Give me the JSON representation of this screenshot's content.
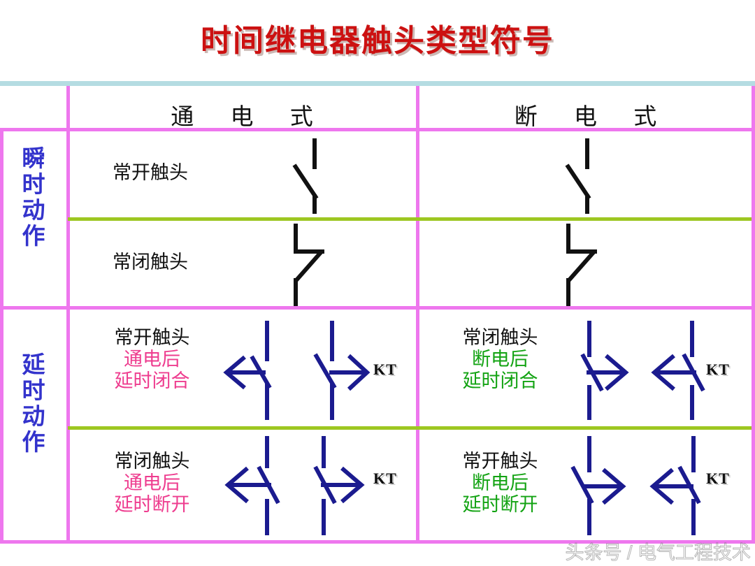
{
  "title": "时间继电器触头类型符号",
  "colors": {
    "title_red": "#cc1111",
    "grid_magenta": "#ee77ee",
    "divider_olive": "#9dc721",
    "top_rule_cyan": "#b5dce2",
    "label_blue": "#3333cc",
    "symbol_navy": "#1b1b8f",
    "pink_text": "#ee3d8f",
    "green_text": "#13a313",
    "black_text": "#111111"
  },
  "table": {
    "corner": "",
    "column_headers": [
      "通 电 式",
      "断 电 式"
    ],
    "row_groups": [
      {
        "label": "瞬时动作",
        "chars": [
          "瞬",
          "时",
          "动",
          "作"
        ]
      },
      {
        "label": "延时动作",
        "chars": [
          "延",
          "时",
          "动",
          "作"
        ]
      }
    ],
    "rows": [
      {
        "group": "瞬时动作",
        "left": {
          "name": "常开触头",
          "note": "",
          "symbols": [
            "no-contact"
          ],
          "tag": ""
        },
        "right": {
          "name": "",
          "note": "",
          "symbols": [
            "no-contact"
          ],
          "tag": ""
        }
      },
      {
        "group": "瞬时动作",
        "left": {
          "name": "常闭触头",
          "note": "",
          "symbols": [
            "nc-contact"
          ],
          "tag": ""
        },
        "right": {
          "name": "",
          "note": "",
          "symbols": [
            "nc-contact"
          ],
          "tag": ""
        }
      },
      {
        "group": "延时动作",
        "left": {
          "name": "常开触头",
          "note_line1": "通电后",
          "note_line2": "延时闭合",
          "note_color": "pink",
          "symbols": [
            "delay-close-left-arc",
            "delay-close-right-arc"
          ],
          "tag": "KT"
        },
        "right": {
          "name": "常闭触头",
          "note_line1": "断电后",
          "note_line2": "延时闭合",
          "note_color": "green",
          "symbols": [
            "delay-open-right-arc",
            "delay-open-left-arc"
          ],
          "tag": "KT"
        }
      },
      {
        "group": "延时动作",
        "left": {
          "name": "常闭触头",
          "note_line1": "通电后",
          "note_line2": "延时断开",
          "note_color": "pink",
          "symbols": [
            "delay-nc-left-arc",
            "delay-nc-right-arc"
          ],
          "tag": "KT"
        },
        "right": {
          "name": "常开触头",
          "note_line1": "断电后",
          "note_line2": "延时断开",
          "note_color": "green",
          "symbols": [
            "delay-no-right-arc",
            "delay-no-left-arc"
          ],
          "tag": "KT"
        }
      }
    ]
  },
  "watermark": "头条号 / 电气工程技术"
}
